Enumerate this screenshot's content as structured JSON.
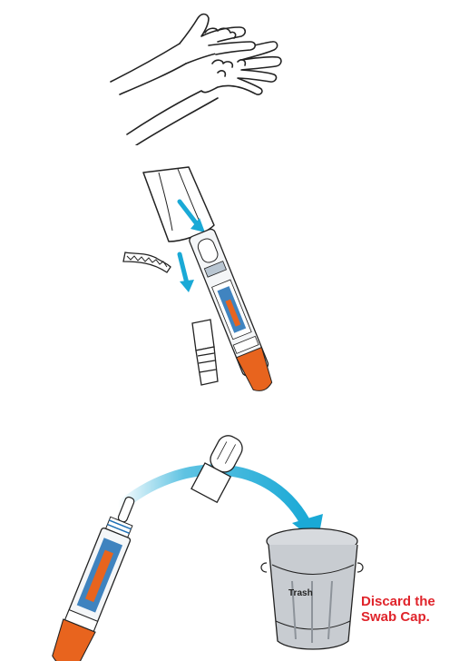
{
  "steps": {
    "wash_hands": {
      "icon": "hand-washing-icon"
    },
    "open_pouch": {
      "icon": "swab-pouch-icon"
    },
    "discard_cap": {
      "icon": "trash-can-icon",
      "trash_label": "Trash",
      "callout_line1": "Discard the",
      "callout_line2": "Swab Cap."
    }
  },
  "colors": {
    "arrow": "#1aa9d6",
    "swab_tip": "#e8641e",
    "swab_body": "#1f6fb5",
    "callout": "#e0242b",
    "trash_can": "#c8ccd1",
    "line": "#222222"
  }
}
